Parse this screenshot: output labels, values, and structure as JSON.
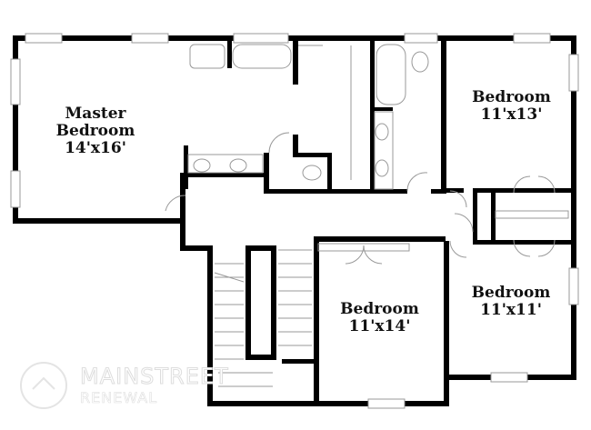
{
  "rooms": [
    {
      "name": "Master Bedroom",
      "line1": "Master",
      "line2": "Bedroom",
      "size": "14'x16'"
    },
    {
      "name": "Bedroom",
      "line1": "Bedroom",
      "size": "11'x13'"
    },
    {
      "name": "Bedroom",
      "line1": "Bedroom",
      "size": "11'x14'"
    },
    {
      "name": "Bedroom",
      "line1": "Bedroom",
      "size": "11'x11'"
    }
  ],
  "watermark": {
    "line1": "MAINSTREET",
    "line2": "RENEWAL"
  },
  "colors": {
    "wall": "#000000",
    "fixture": "#999999",
    "watermark": "#dddddd"
  }
}
